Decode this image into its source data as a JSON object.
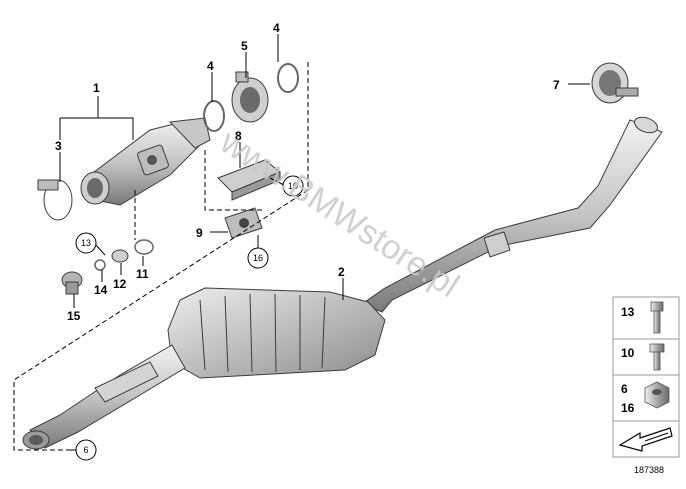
{
  "callouts": {
    "c1": "1",
    "c2": "2",
    "c3": "3",
    "c4a": "4",
    "c4b": "4",
    "c5": "5",
    "c7": "7",
    "c8": "8",
    "c9": "9",
    "c10": "10",
    "c11": "11",
    "c12": "12",
    "c13": "13",
    "c14": "14",
    "c15": "15",
    "c16": "16",
    "c6": "6"
  },
  "legend": {
    "row1": "13",
    "row2": "10",
    "row3a": "6",
    "row3b": "16"
  },
  "watermark": "www.BMWstore.pl",
  "diagram_number": "187388",
  "colors": {
    "metal_light": "#e6e6e6",
    "metal_mid": "#b4b4b4",
    "metal_dark": "#6e6e6e",
    "line": "#000000"
  },
  "icons": {
    "legend-arrow": "arrow-icon"
  }
}
